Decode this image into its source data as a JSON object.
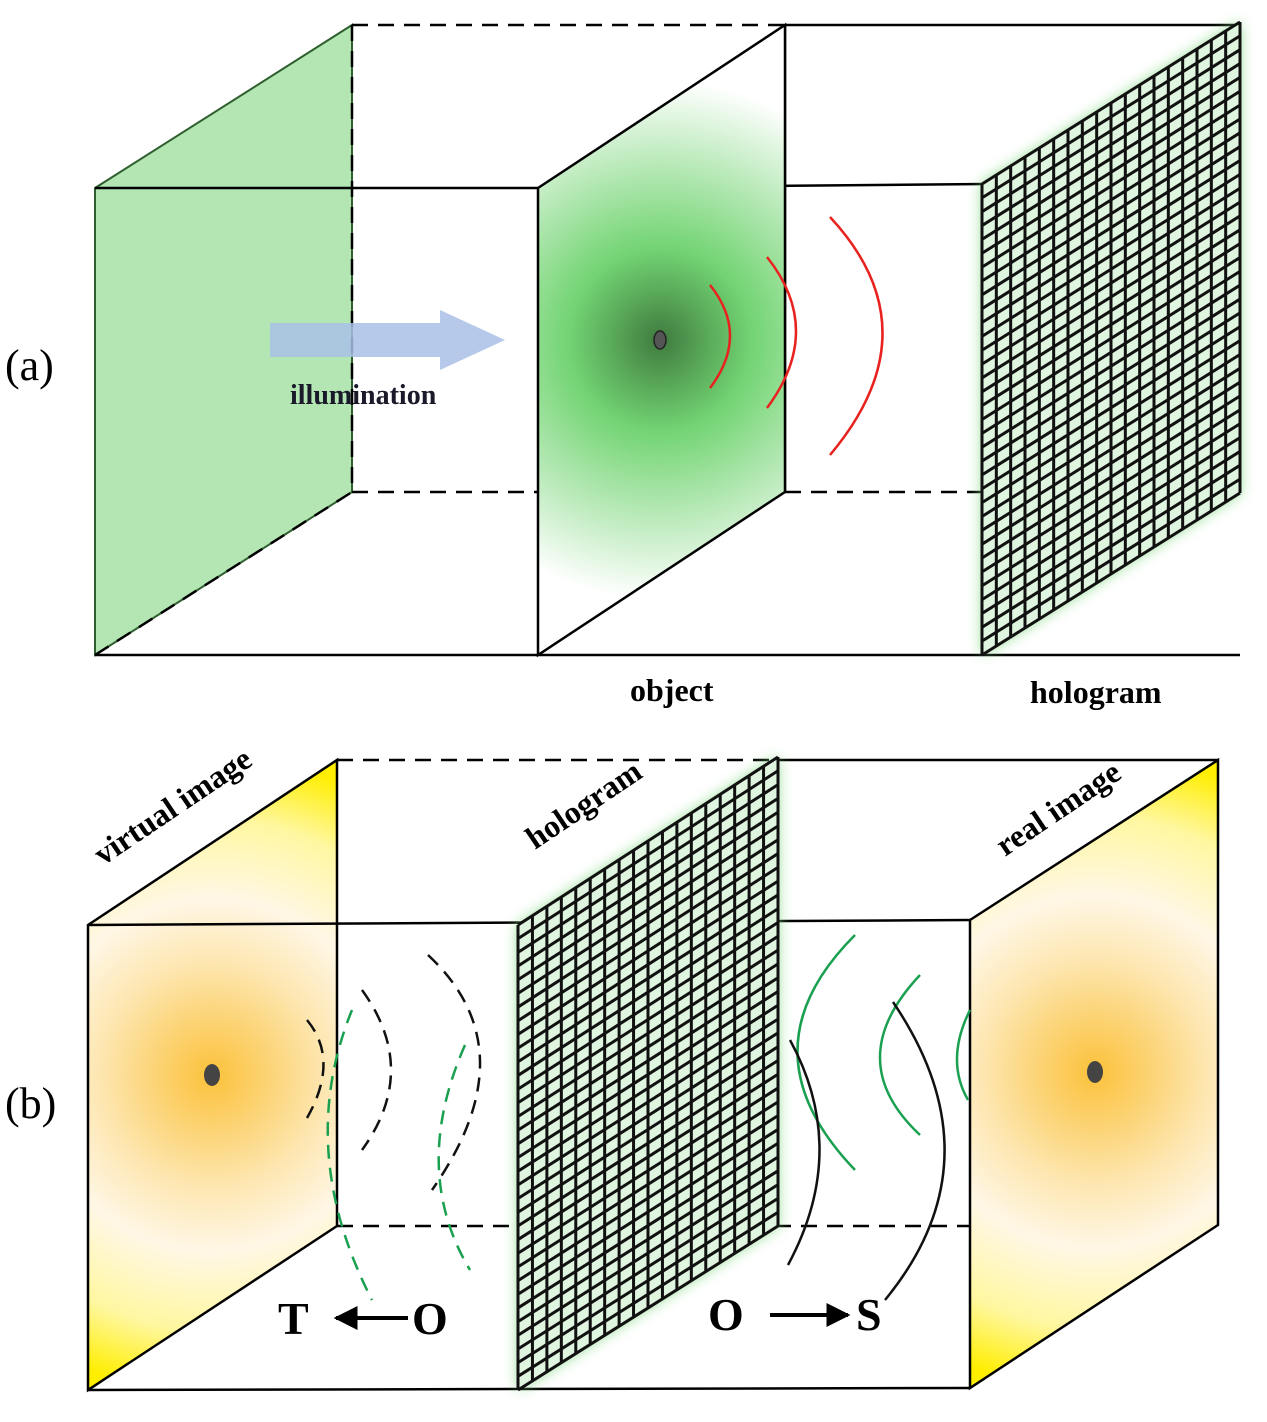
{
  "panel_a": {
    "label": "(a)",
    "illumination_label": "illumination",
    "object_label": "object",
    "hologram_label": "hologram"
  },
  "panel_b": {
    "label": "(b)",
    "virtual_image_label": "virtual image",
    "hologram_label": "hologram",
    "real_image_label": "real image",
    "left_arrow_from": "O",
    "left_arrow_to": "T",
    "right_arrow_from": "O",
    "right_arrow_to": "S"
  },
  "colors": {
    "plane_green": "#b3e6b3",
    "object_center": "#4a8a4a",
    "wave_red": "#e8221e",
    "wave_green": "#1aa050",
    "grid_line": "#111111",
    "glow_green": "#7fd87f",
    "image_yellow": "#ffee00",
    "image_orange": "#fbc94a",
    "arrow_blue": "#a9bfe6"
  }
}
